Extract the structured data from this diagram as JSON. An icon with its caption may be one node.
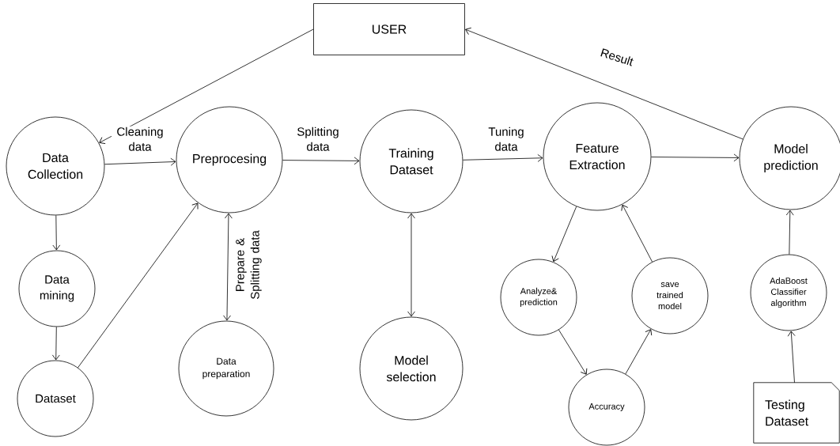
{
  "diagram": {
    "nodes": [
      {
        "text": [
          "USER"
        ]
      },
      {
        "text": [
          "Data Collection"
        ]
      },
      {
        "text": [
          "Preprocesing"
        ]
      },
      {
        "text": [
          "Training Dataset"
        ]
      },
      {
        "text": [
          "Feature Extraction"
        ]
      },
      {
        "text": [
          "Model prediction"
        ]
      },
      {
        "text": [
          "Data mining"
        ]
      },
      {
        "text": [
          "Dataset"
        ]
      },
      {
        "text": [
          "Data preparation"
        ]
      },
      {
        "text": [
          "Model selection"
        ]
      },
      {
        "text": [
          "Analyze& prediction"
        ]
      },
      {
        "text": [
          "save trained model"
        ]
      },
      {
        "text": [
          "Accuracy"
        ]
      },
      {
        "text": [
          "AdaBoost Classifier algorithm"
        ]
      },
      {
        "text": [
          "Testing Dataset"
        ]
      }
    ],
    "edges": [
      {
        "from": 0,
        "to": 1,
        "arrow": "to"
      },
      {
        "from": 5,
        "to": 0,
        "arrow": "to",
        "label": "Result"
      },
      {
        "from": 1,
        "to": 2,
        "arrow": "to",
        "label": "Cleaning data"
      },
      {
        "from": 2,
        "to": 3,
        "arrow": "to",
        "label": "Splitting data"
      },
      {
        "from": 3,
        "to": 4,
        "arrow": "to",
        "label": "Tuning data"
      },
      {
        "from": 4,
        "to": 5,
        "arrow": "to"
      },
      {
        "from": 1,
        "to": 6,
        "arrow": "to"
      },
      {
        "from": 6,
        "to": 7,
        "arrow": "to"
      },
      {
        "from": 7,
        "to": 2,
        "arrow": "to"
      },
      {
        "from": 2,
        "to": 8,
        "arrow": "both",
        "label": "Prepare & Splitting data"
      },
      {
        "from": 3,
        "to": 9,
        "arrow": "both"
      },
      {
        "from": 4,
        "to": 10,
        "arrow": "to"
      },
      {
        "from": 10,
        "to": 12,
        "arrow": "to"
      },
      {
        "from": 12,
        "to": 11,
        "arrow": "to"
      },
      {
        "from": 11,
        "to": 4,
        "arrow": "to"
      },
      {
        "from": 13,
        "to": 5,
        "arrow": "to"
      },
      {
        "from": 14,
        "to": 13,
        "arrow": "to"
      }
    ]
  }
}
